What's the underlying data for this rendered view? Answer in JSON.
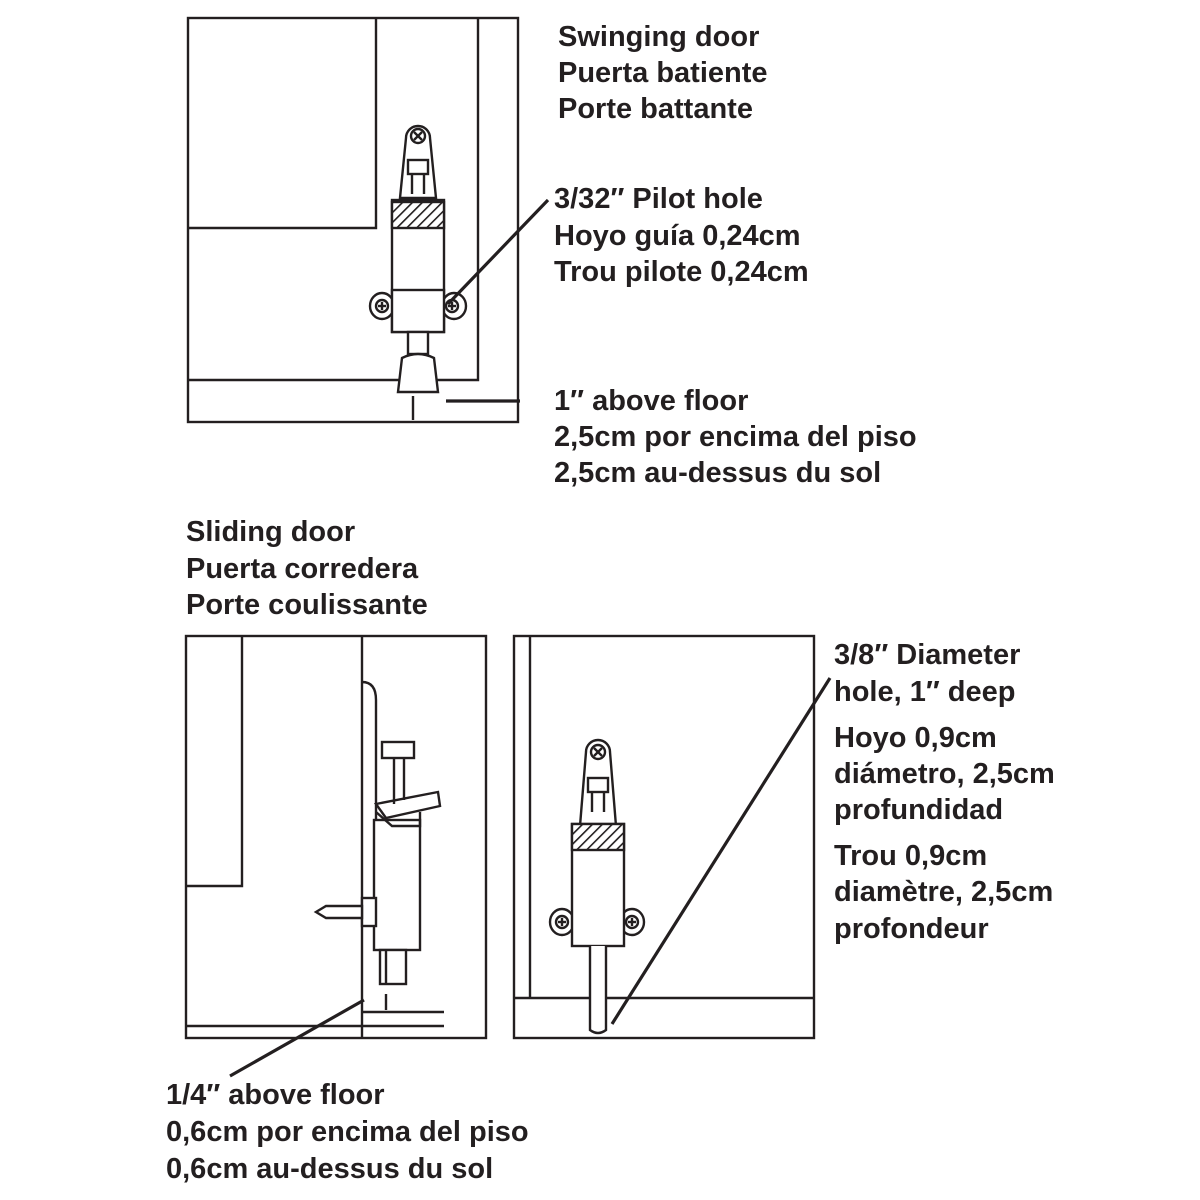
{
  "swinging": {
    "title": [
      "Swinging door",
      "Puerta batiente",
      "Porte battante"
    ],
    "pilot_hole": [
      "3/32″ Pilot hole",
      "Hoyo guía 0,24cm",
      "Trou pilote 0,24cm"
    ],
    "above_floor": [
      "1″ above floor",
      "2,5cm por encima del piso",
      "2,5cm au-dessus du sol"
    ]
  },
  "sliding": {
    "title": [
      "Sliding door",
      "Puerta corredera",
      "Porte coulissante"
    ],
    "hole": [
      "3/8″ Diameter",
      "hole, 1″ deep",
      "Hoyo 0,9cm",
      "diámetro, 2,5cm",
      "profundidad",
      "Trou 0,9cm",
      "diamètre, 2,5cm",
      "profondeur"
    ],
    "above_floor": [
      "1/4″ above floor",
      "0,6cm por encima del piso",
      "0,6cm au-dessus du sol"
    ]
  },
  "colors": {
    "ink": "#231f20",
    "background": "#ffffff"
  }
}
